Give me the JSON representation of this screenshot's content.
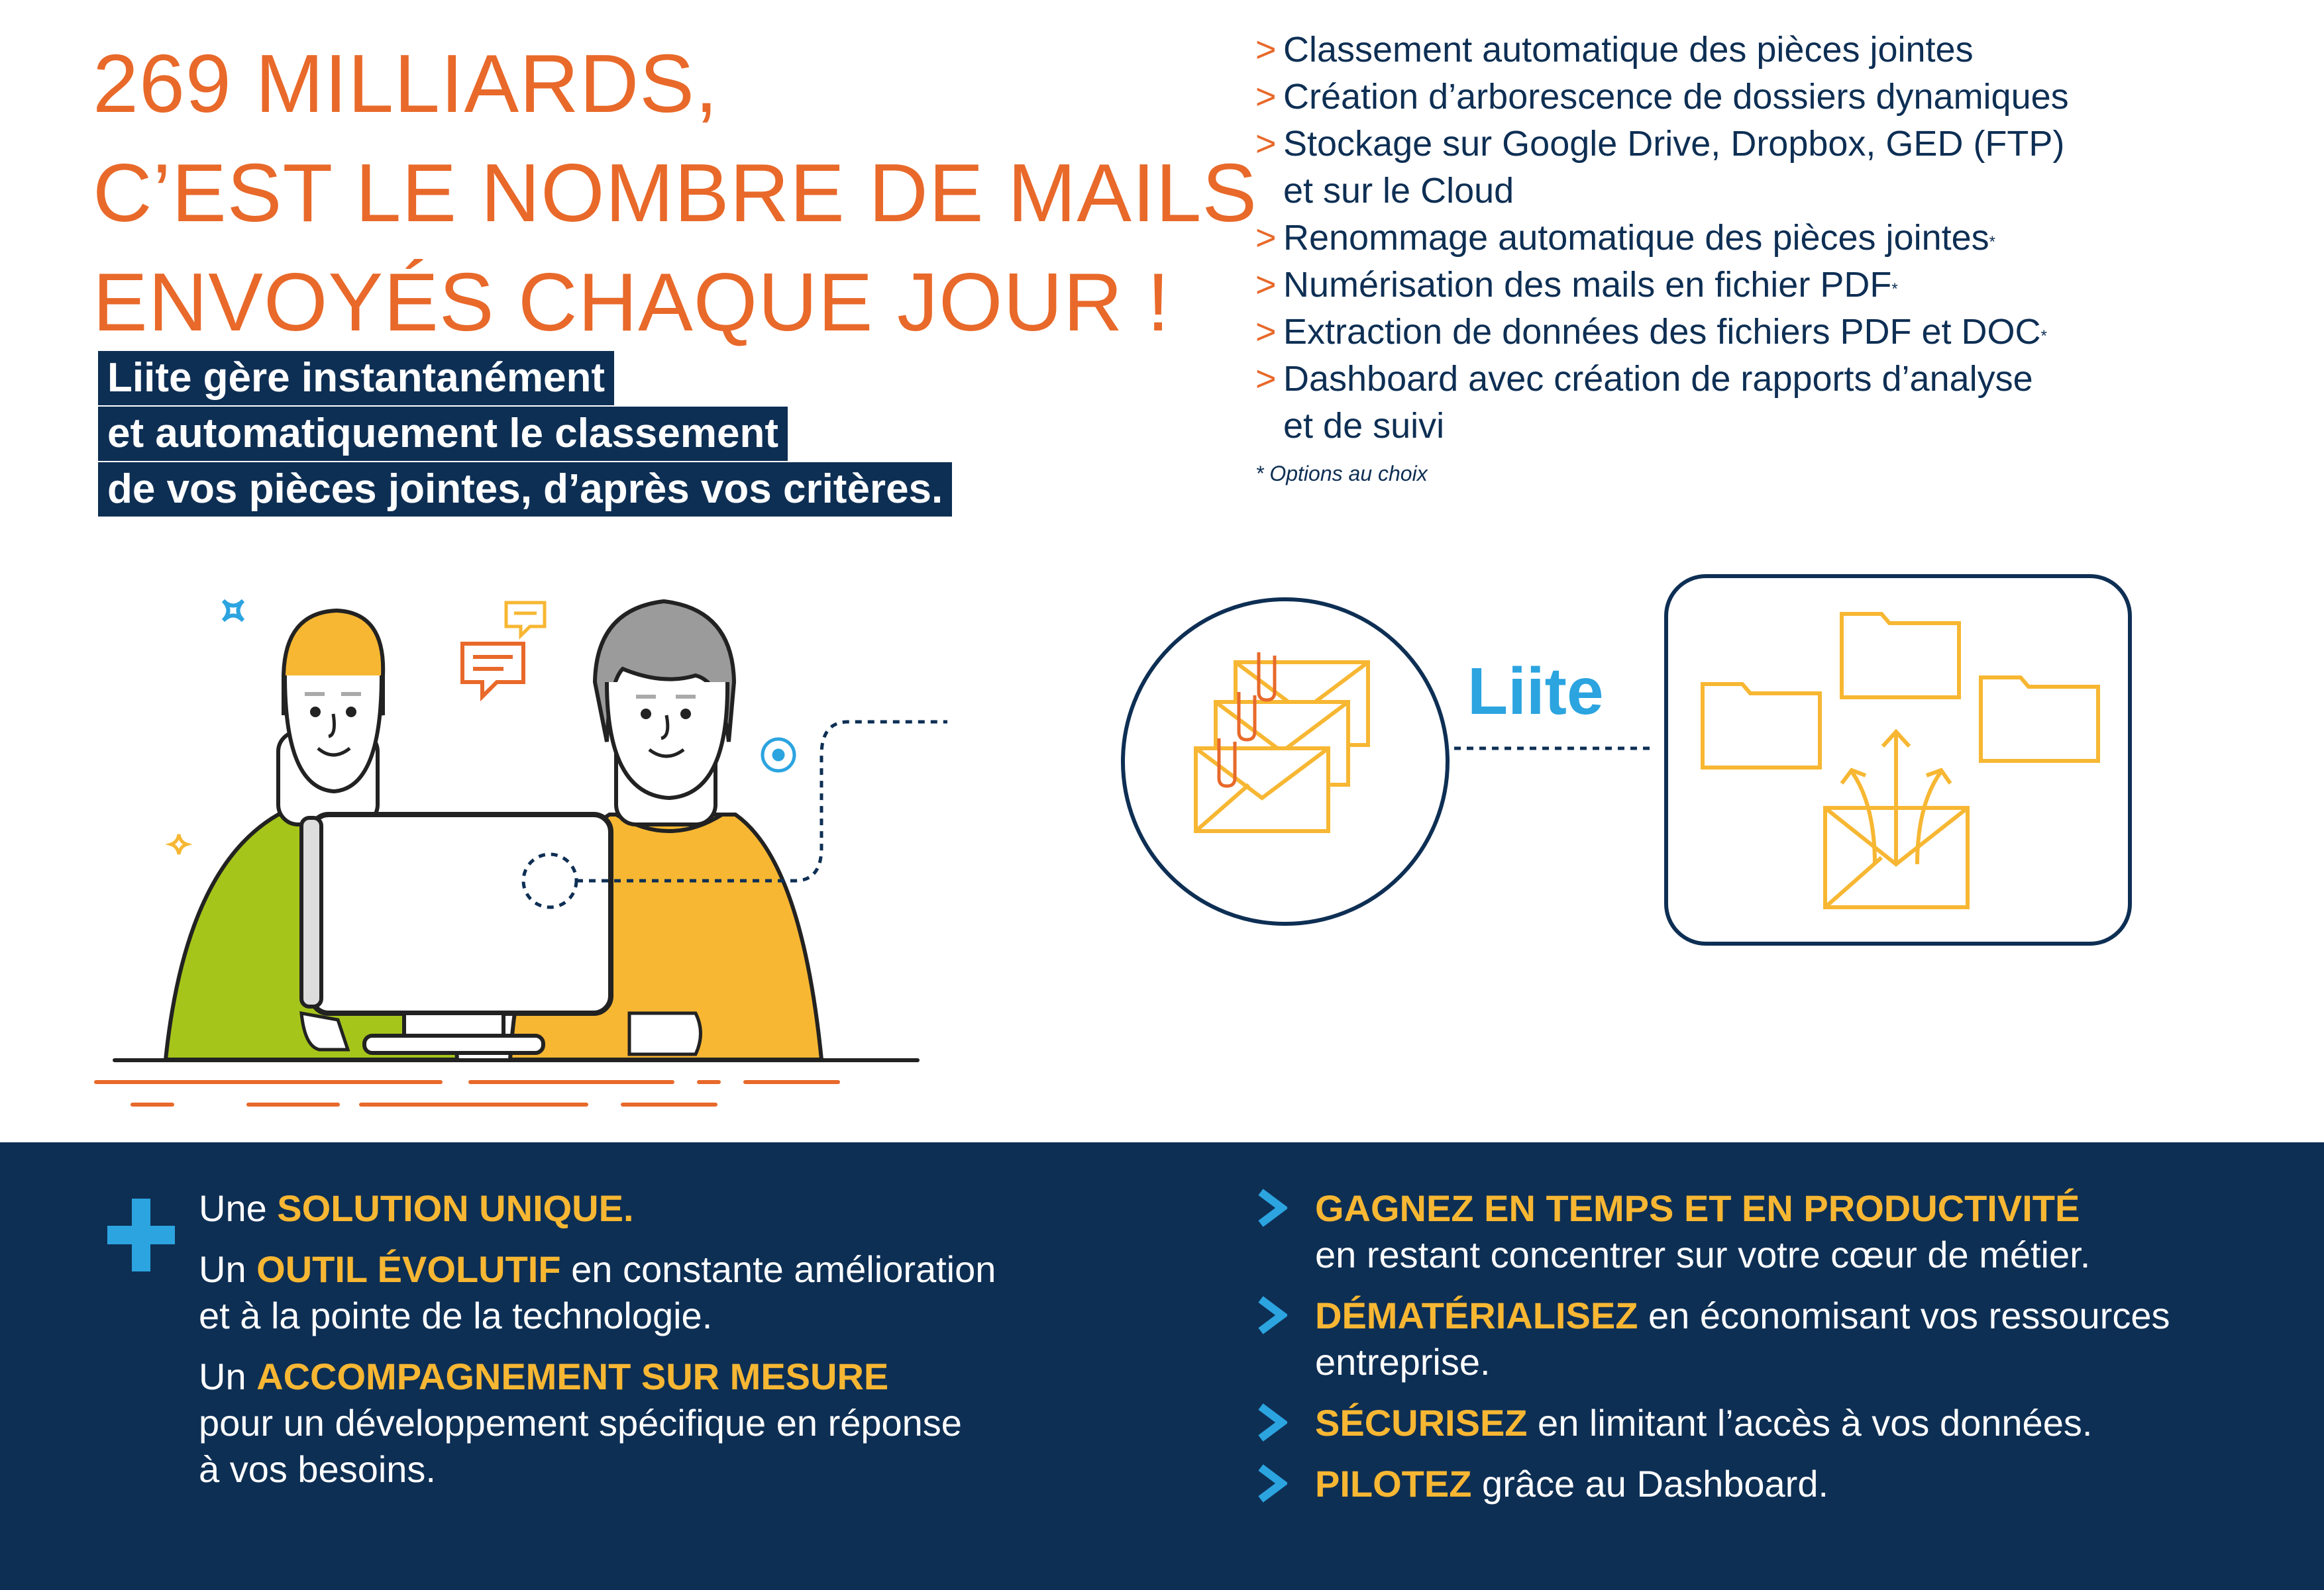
{
  "headline": {
    "line1": "269 MILLIARDS,",
    "line2": "C’EST LE NOMBRE DE MAILS",
    "line3": "ENVOYÉS CHAQUE JOUR !"
  },
  "tagline": {
    "line1": "Liite gère instantanément",
    "line2": "et automatiquement le classement",
    "line3": "de vos pièces jointes, d’après vos critères."
  },
  "features": {
    "chevron": ">",
    "items": [
      {
        "text": "Classement automatique des pièces jointes"
      },
      {
        "text": "Création d’arborescence de dossiers dynamiques"
      },
      {
        "text": "Stockage sur Google Drive, Dropbox, GED (FTP)",
        "cont": "et sur le Cloud"
      },
      {
        "text": "Renommage automatique des pièces jointes",
        "star": "*"
      },
      {
        "text": "Numérisation des mails en fichier PDF",
        "star": "*"
      },
      {
        "text": "Extraction de données des fichiers PDF et DOC",
        "star": "*"
      },
      {
        "text": "Dashboard avec création de rapports d’analyse",
        "cont": "et de suivi"
      }
    ],
    "note": "* Options au choix"
  },
  "logo": {
    "text": "Liite"
  },
  "colors": {
    "orange": "#e8692a",
    "navy": "#0e2f54",
    "yellow": "#f7b733",
    "blue": "#2ba4e0",
    "green": "#a6c51b"
  },
  "bottom": {
    "left": [
      {
        "pre": "Une ",
        "highlight": "SOLUTION UNIQUE.",
        "lines": []
      },
      {
        "pre": "Un ",
        "highlight": "OUTIL ÉVOLUTIF",
        "post": " en constante amélioration",
        "lines": [
          "et à la pointe de la technologie."
        ]
      },
      {
        "pre": "Un ",
        "highlight": "ACCOMPAGNEMENT SUR MESURE",
        "post": "",
        "lines": [
          "pour un développement spécifique en réponse",
          "à vos besoins."
        ]
      }
    ],
    "right": [
      {
        "highlight": "GAGNEZ EN TEMPS ET EN PRODUCTIVITÉ",
        "post": "",
        "lines": [
          "en restant concentrer sur votre cœur de métier."
        ]
      },
      {
        "highlight": "DÉMATÉRIALISEZ",
        "post": " en économisant vos ressources",
        "lines": [
          "entreprise."
        ]
      },
      {
        "highlight": "SÉCURISEZ",
        "post": " en limitant l’accès à vos données.",
        "lines": []
      },
      {
        "highlight": "PILOTEZ",
        "post": " grâce au Dashboard.",
        "lines": []
      }
    ]
  }
}
